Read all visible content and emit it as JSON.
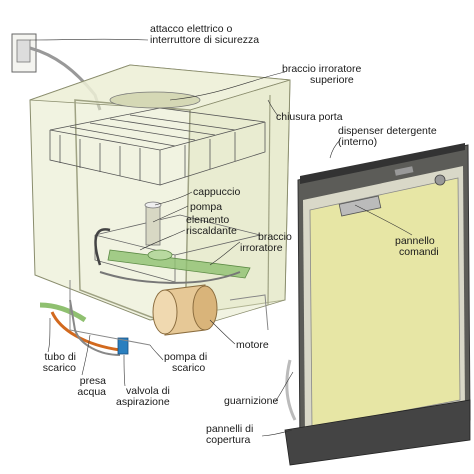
{
  "labels": {
    "electrical": [
      "attacco elettrico o",
      "interruttore di sicurezza"
    ],
    "upper_arm": [
      "braccio irroratore",
      "superiore"
    ],
    "door_latch": "chiusura porta",
    "dispenser": [
      "dispenser detergente",
      "(interno)"
    ],
    "cap": "cappuccio",
    "pump": "pompa",
    "heating": [
      "elemento",
      "riscaldante"
    ],
    "lower_arm": [
      "braccio",
      "irroratore"
    ],
    "control_panel": [
      "pannello",
      "comandi"
    ],
    "motor": "motore",
    "drain_pump": [
      "pompa di",
      "scarico"
    ],
    "drain_hose": [
      "tubo di",
      "scarico"
    ],
    "water_inlet": [
      "presa",
      "acqua"
    ],
    "intake_valve": [
      "valvola di",
      "aspirazione"
    ],
    "gasket": "guarnizione",
    "cover_panels": [
      "pannelli di",
      "copertura"
    ]
  },
  "colors": {
    "body": "#e6eac8",
    "door_panel": "#e7e6a5",
    "door_frame": "#5c5c58",
    "motor": "#e6c896",
    "green_part": "#8fc070",
    "hose_orange": "#d2691e",
    "valve_blue": "#2a7fbf"
  }
}
